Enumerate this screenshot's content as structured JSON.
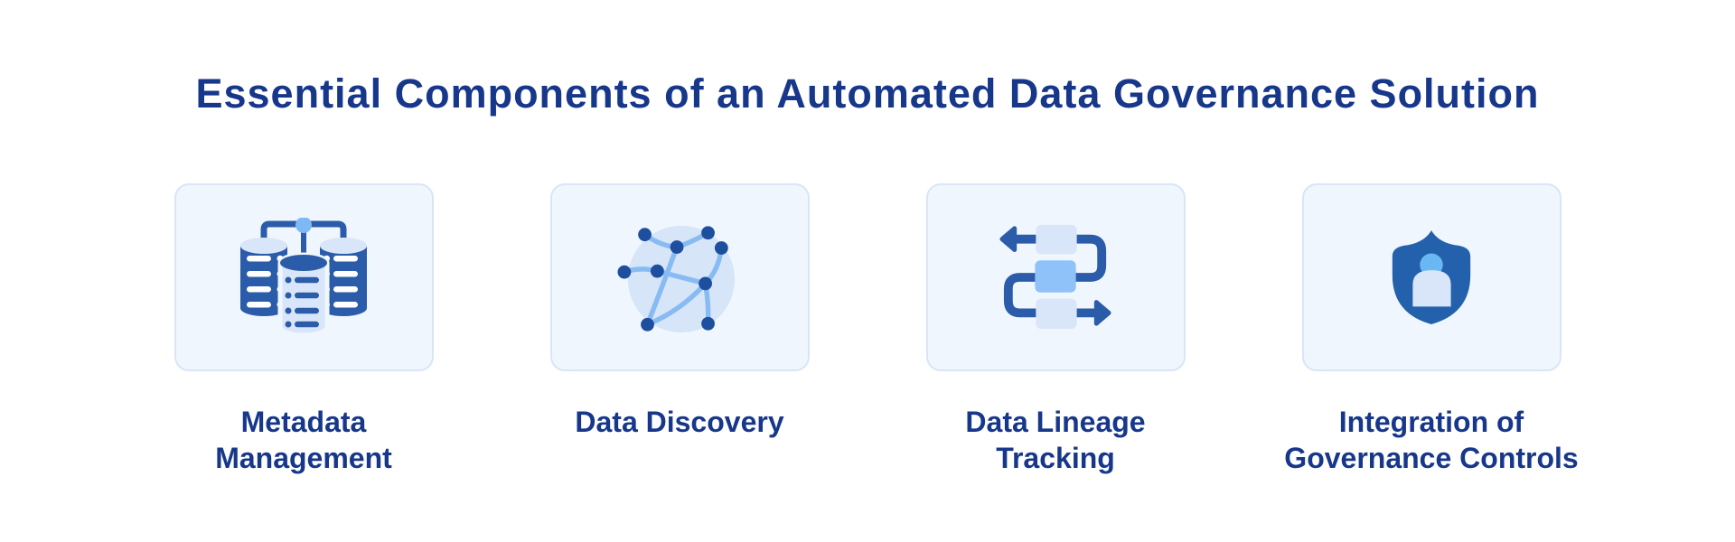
{
  "title": "Essential Components of an Automated Data Governance Solution",
  "colors": {
    "page_bg": "#FFFFFF",
    "title_text": "#17378B",
    "label_text": "#17378B",
    "card_bg": "#F0F6FD",
    "card_border": "#D8E6F7",
    "icon_dark_blue": "#2B5CA9",
    "icon_navy": "#1D4F9E",
    "icon_light": "#D9E6F9",
    "icon_sky": "#7FB9F3",
    "icon_head_sky": "#69B7F3",
    "icon_mid_blue": "#8FC2F8",
    "icon_band": "#FFFFFF",
    "network_line": "#88BBF2",
    "network_bubble": "#D7E5F9",
    "shield_blue": "#2361AC"
  },
  "components": [
    {
      "label": "Metadata\nManagement",
      "icon": "database-network-icon"
    },
    {
      "label": "Data Discovery",
      "icon": "network-globe-icon"
    },
    {
      "label": "Data Lineage\nTracking",
      "icon": "flow-path-icon"
    },
    {
      "label": "Integration of\nGovernance Controls",
      "icon": "shield-user-icon"
    }
  ]
}
